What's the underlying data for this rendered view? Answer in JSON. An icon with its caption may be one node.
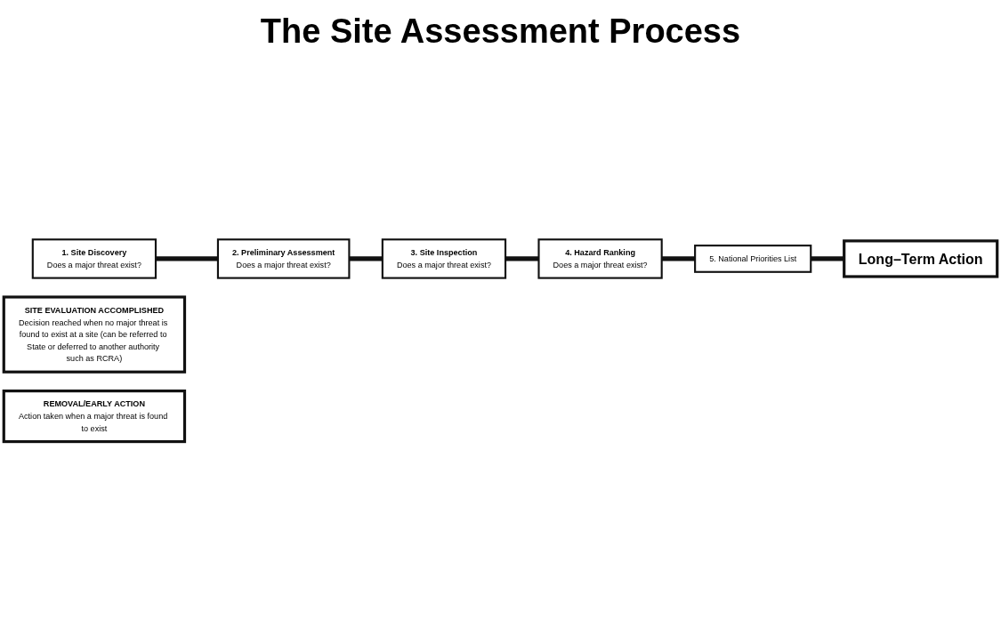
{
  "diagram": {
    "title": "The Site Assessment Process",
    "nodes": [
      {
        "text": [
          "1. Site Discovery",
          "Does a major threat exist?"
        ]
      },
      {
        "text": [
          "2. Preliminary Assessment",
          "Does a major threat exist?"
        ]
      },
      {
        "text": [
          "3. Site Inspection",
          "Does a major threat exist?"
        ]
      },
      {
        "text": [
          "4. Hazard Ranking",
          "Does a major threat exist?"
        ]
      },
      {
        "text": [
          "5. National Priorities List"
        ]
      },
      {
        "text": [
          "Long–Term Action"
        ]
      },
      {
        "text": [
          "SITE EVALUATION ACCOMPLISHED",
          "Decision reached when no major threat is found to exist at a site (can be referred to State or deferred to another authority such as RCRA)"
        ]
      },
      {
        "text": [
          "REMOVAL/EARLY ACTION",
          "Action taken when a major threat is found to exist"
        ]
      }
    ],
    "edges": [
      {
        "from": 0,
        "to": 1,
        "arrow": "none"
      },
      {
        "from": 1,
        "to": 2,
        "arrow": "none"
      },
      {
        "from": 2,
        "to": 3,
        "arrow": "none"
      },
      {
        "from": 3,
        "to": 4,
        "arrow": "none"
      },
      {
        "from": 4,
        "to": 5,
        "arrow": "none"
      }
    ]
  }
}
